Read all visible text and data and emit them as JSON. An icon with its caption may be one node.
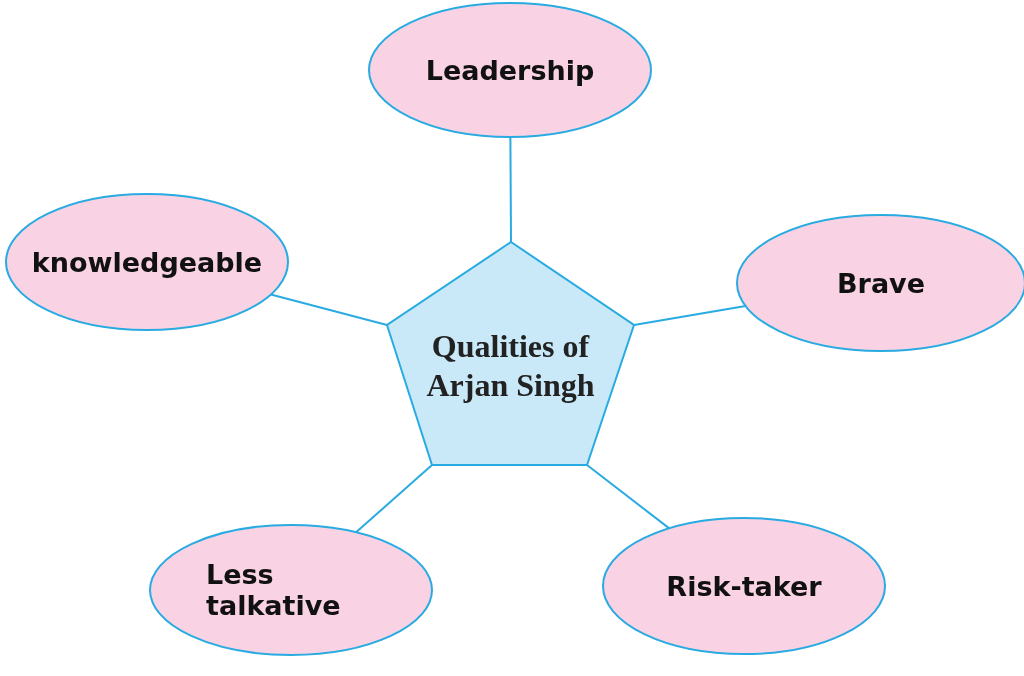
{
  "diagram": {
    "nodes": [
      {
        "text": [
          "Qualities of Arjan Singh"
        ]
      },
      {
        "text": [
          "Leadership"
        ]
      },
      {
        "text": [
          "knowledgeable"
        ]
      },
      {
        "text": [
          "Brave"
        ]
      },
      {
        "text": [
          "Less talkative"
        ]
      },
      {
        "text": [
          "Risk-taker"
        ]
      }
    ],
    "edges": [
      {
        "from": 0,
        "to": 1,
        "arrow": "none"
      },
      {
        "from": 0,
        "to": 2,
        "arrow": "none"
      },
      {
        "from": 0,
        "to": 3,
        "arrow": "none"
      },
      {
        "from": 0,
        "to": 4,
        "arrow": "none"
      },
      {
        "from": 0,
        "to": 5,
        "arrow": "none"
      }
    ]
  }
}
